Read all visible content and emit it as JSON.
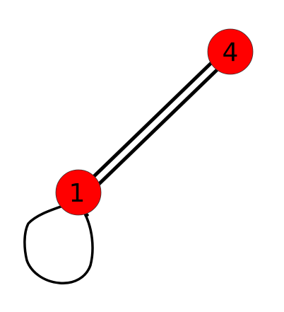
{
  "graph": {
    "node_color": "#ff0000",
    "edge_color": "#000000",
    "nodes": [
      {
        "id": "node-1",
        "label": "1"
      },
      {
        "id": "node-4",
        "label": "4"
      }
    ],
    "edges": [
      {
        "from": "1",
        "to": "4",
        "kind": "double-line"
      },
      {
        "from": "1",
        "to": "1",
        "kind": "self-loop"
      }
    ]
  }
}
